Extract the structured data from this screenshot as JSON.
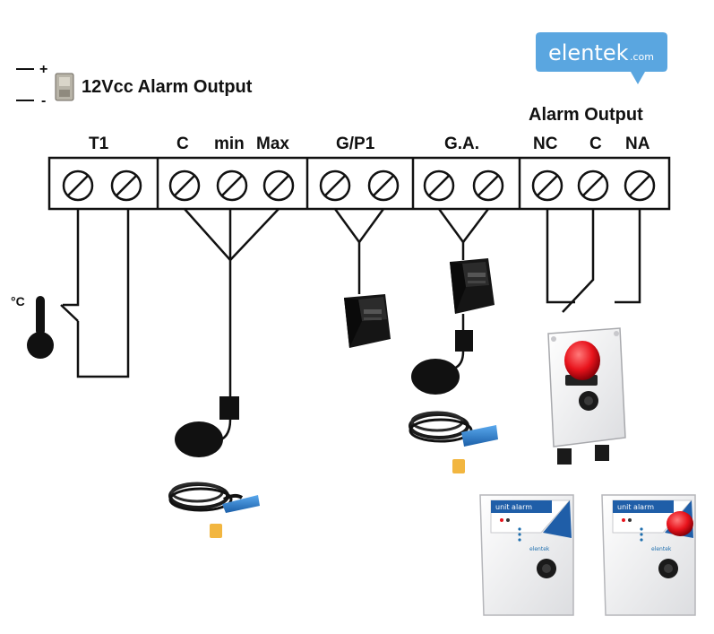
{
  "brand": {
    "logo_name": "elentek",
    "logo_suffix": ".com",
    "logo_color": "#5aa6e0"
  },
  "header": {
    "plus_sign": "+",
    "minus_sign": "-",
    "alarm_output_12v": "12Vcc Alarm Output",
    "alarm_output_group": "Alarm Output"
  },
  "terminals": {
    "t1": "T1",
    "c": "C",
    "min": "min",
    "max": "Max",
    "gp1": "G/P1",
    "ga": "G.A.",
    "nc": "NC",
    "c2": "C",
    "na": "NA"
  },
  "sensor": {
    "temp_unit": "°C"
  },
  "devices": {
    "panel_label_left": "unit alarm",
    "panel_label_right": "unit alarm",
    "panel_brand": "elentek",
    "beacon_color": "#e8131c",
    "float_color": "#2e86d6",
    "cap_color": "#f2b640"
  }
}
